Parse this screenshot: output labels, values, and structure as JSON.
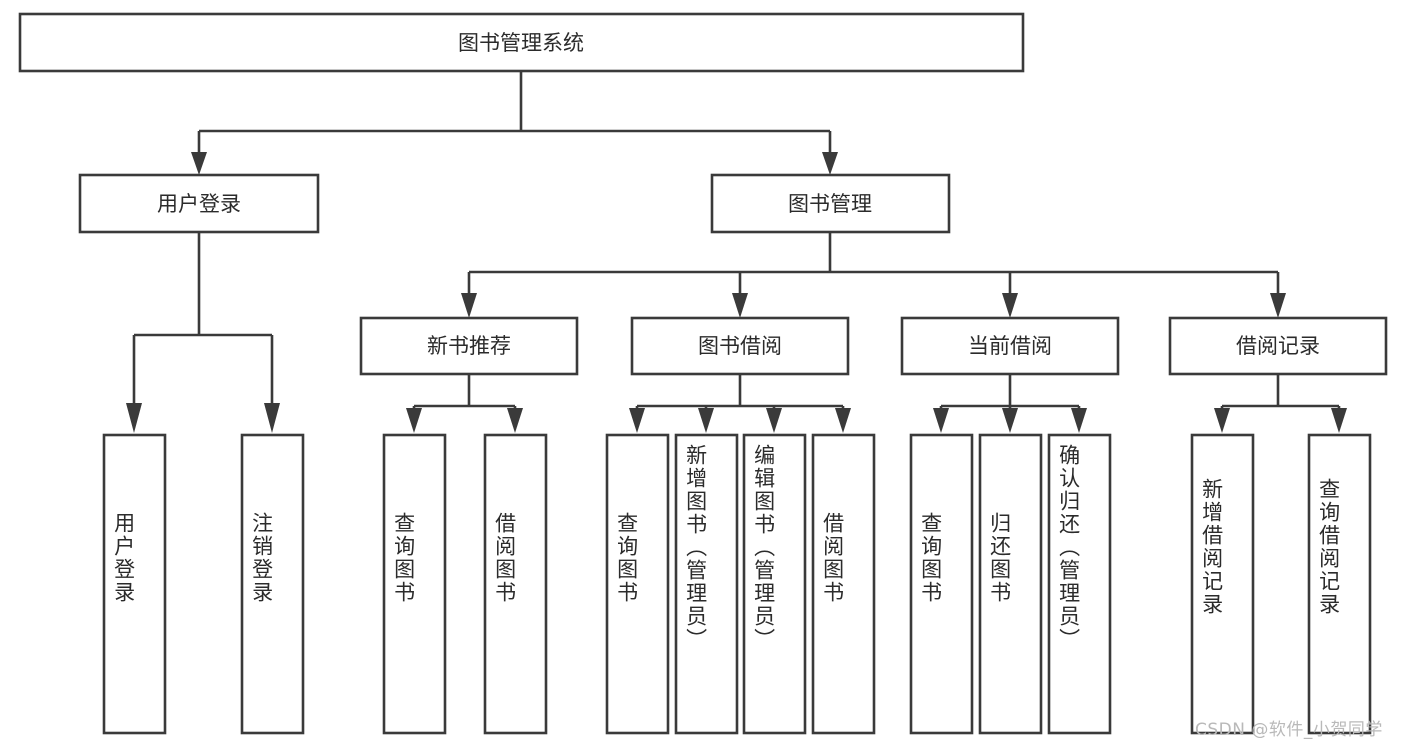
{
  "diagram": {
    "type": "tree-hierarchy-chart",
    "title_node": {
      "label": "图书管理系统",
      "level": 0
    },
    "level1": [
      {
        "id": "user-login",
        "label": "用户登录"
      },
      {
        "id": "book-management",
        "label": "图书管理"
      }
    ],
    "level2": [
      {
        "id": "new-book-recommend",
        "label": "新书推荐",
        "parent": "book-management"
      },
      {
        "id": "book-borrow",
        "label": "图书借阅",
        "parent": "book-management"
      },
      {
        "id": "current-borrow",
        "label": "当前借阅",
        "parent": "book-management"
      },
      {
        "id": "borrow-record",
        "label": "借阅记录",
        "parent": "book-management"
      }
    ],
    "leaves": [
      {
        "id": "leaf-user-login",
        "label": "用户登录",
        "parent": "user-login"
      },
      {
        "id": "leaf-logout-login",
        "label": "注销登录",
        "parent": "user-login"
      },
      {
        "id": "leaf-query-book-1",
        "label": "查询图书",
        "parent": "new-book-recommend"
      },
      {
        "id": "leaf-borrow-book-1",
        "label": "借阅图书",
        "parent": "new-book-recommend"
      },
      {
        "id": "leaf-query-book-2",
        "label": "查询图书",
        "parent": "book-borrow"
      },
      {
        "id": "leaf-add-book",
        "label": "新增图书（管理员）",
        "parent": "book-borrow"
      },
      {
        "id": "leaf-edit-book",
        "label": "编辑图书（管理员）",
        "parent": "book-borrow"
      },
      {
        "id": "leaf-borrow-book-2",
        "label": "借阅图书",
        "parent": "book-borrow"
      },
      {
        "id": "leaf-query-book-3",
        "label": "查询图书",
        "parent": "current-borrow"
      },
      {
        "id": "leaf-return-book",
        "label": "归还图书",
        "parent": "current-borrow"
      },
      {
        "id": "leaf-confirm-return",
        "label": "确认归还（管理员）",
        "parent": "current-borrow"
      },
      {
        "id": "leaf-add-record",
        "label": "新增借阅记录",
        "parent": "borrow-record"
      },
      {
        "id": "leaf-query-record",
        "label": "查询借阅记录",
        "parent": "borrow-record"
      }
    ]
  },
  "watermark": {
    "text": "CSDN @软件_小贺同学"
  },
  "colors": {
    "stroke": "#3a3a3a",
    "text": "#2b2b2b",
    "background": "#ffffff",
    "watermark": "#b9b9b9"
  }
}
